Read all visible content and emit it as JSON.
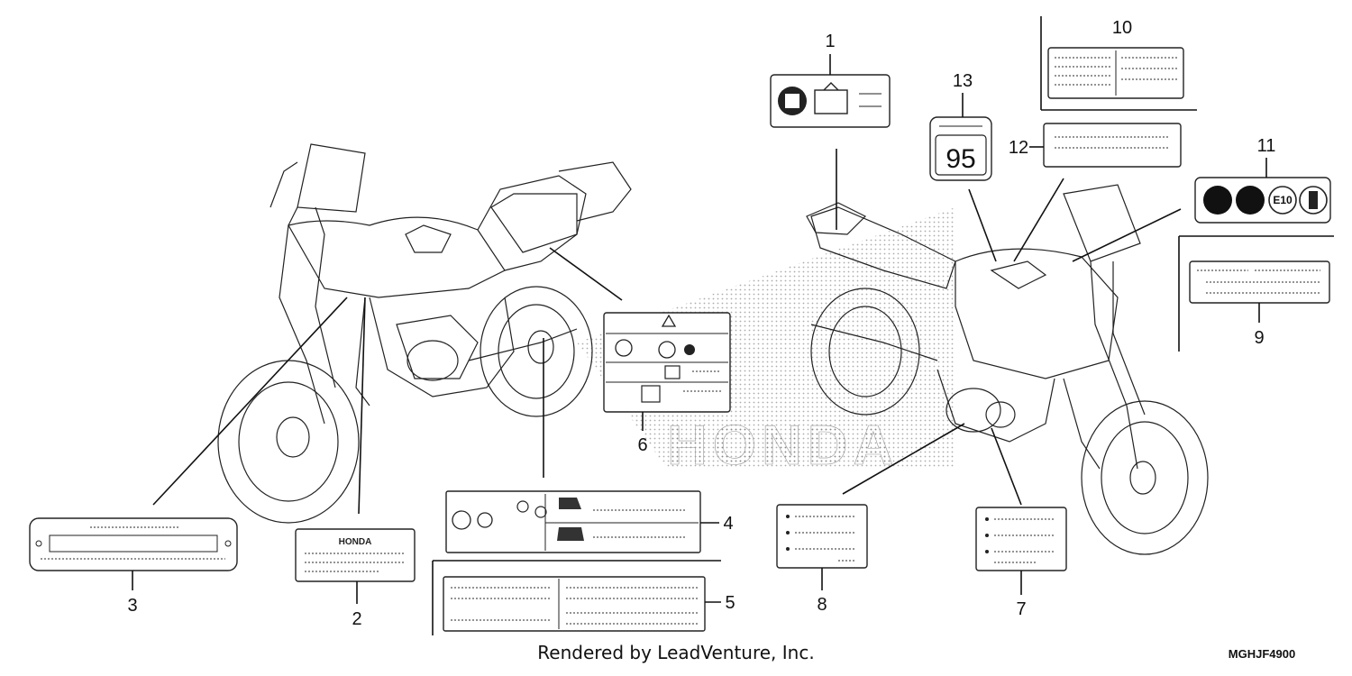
{
  "diagram": {
    "watermark": "HONDA",
    "fuel_octane": "95",
    "fuel_ethanol": "E10",
    "plate2_brand": "HONDA",
    "callouts": [
      "1",
      "2",
      "3",
      "4",
      "5",
      "6",
      "7",
      "8",
      "9",
      "10",
      "11",
      "12",
      "13"
    ]
  },
  "footer": {
    "credit": "Rendered by LeadVenture, Inc.",
    "diagram_code": "MGHJF4900"
  }
}
